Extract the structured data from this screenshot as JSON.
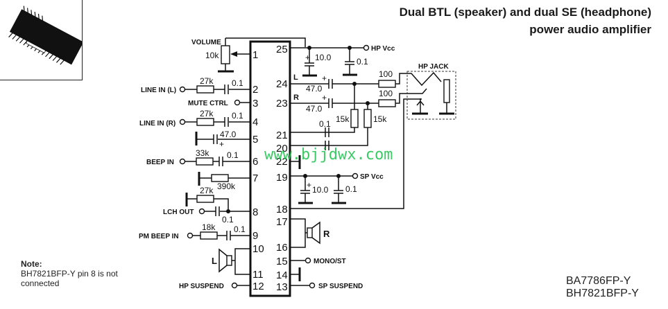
{
  "header": {
    "title_line1": "Dual BTL (speaker) and dual SE (headphone)",
    "title_line2": "power audio amplifier"
  },
  "package_image": {
    "icon": "ic-package-icon",
    "description": "surface-mount IC package"
  },
  "ic": {
    "left_pins": [
      "1",
      "2",
      "3",
      "4",
      "5",
      "6",
      "7",
      "8",
      "9",
      "10",
      "11",
      "12"
    ],
    "right_pins": [
      "25",
      "24",
      "23",
      "21",
      "20",
      "22",
      "19",
      "18",
      "17",
      "16",
      "15",
      "14",
      "13"
    ]
  },
  "labels": {
    "volume": "VOLUME",
    "volume_value": "10k",
    "line_in_l": "LINE IN (L)",
    "line_in_r": "LINE IN (R)",
    "mute_ctrl": "MUTE CTRL",
    "beep_in": "BEEP IN",
    "lch_out": "LCH OUT",
    "pm_beep_in": "PM BEEP IN",
    "hp_suspend": "HP SUSPEND",
    "speaker_l": "L",
    "speaker_r": "R",
    "hp_vcc": "HP Vcc",
    "sp_vcc": "SP Vcc",
    "hp_jack": "HP JACK",
    "mono_st": "MONO/ST",
    "sp_suspend": "SP SUSPEND",
    "ch_l": "L",
    "ch_r": "R"
  },
  "components": {
    "r_line_l": "27k",
    "c_line_l": "0.1",
    "r_line_r": "27k",
    "c_line_r": "0.1",
    "c_pin5": "47.0",
    "r_beep": "33k",
    "c_beep": "0.1",
    "r_pin7": "390k",
    "r_lch": "27k",
    "c_lch": "0.1",
    "r_pm_beep": "18k",
    "c_pm_beep": "0.1",
    "c_hp_vcc_big": "10.0",
    "c_hp_vcc_small": "0.1",
    "c_out_l": "47.0",
    "c_out_r": "47.0",
    "r_hp_l": "100",
    "r_hp_r": "100",
    "r_fb_1": "15k",
    "r_fb_2": "15k",
    "c_21_20": "0.1",
    "c_sp_vcc_big": "10.0",
    "c_sp_vcc_small": "0.1",
    "plus": "+"
  },
  "watermark": "www.bjjdwx.com",
  "note": {
    "heading": "Note:",
    "line1": "BH7821BFP-Y pin 8 is not",
    "line2": "connected"
  },
  "part_numbers": [
    "BA7786FP-Y",
    "BH7821BFP-Y"
  ]
}
